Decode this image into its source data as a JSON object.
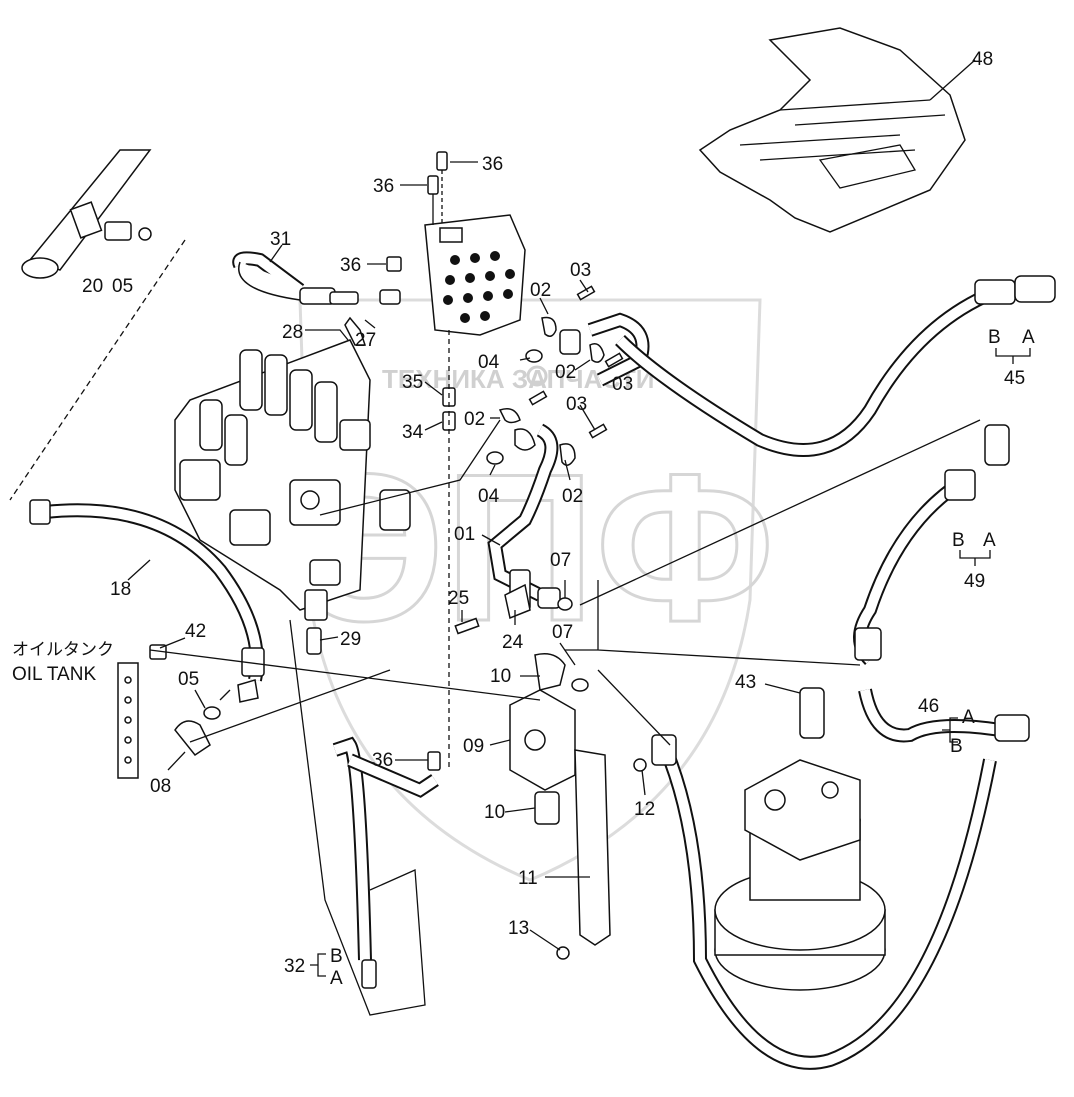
{
  "watermark": {
    "company_line": "ТЕХНИКА   ЗАПЧАСТИ",
    "logo_letters": "ЭПФ"
  },
  "oil_tank": {
    "label_jp": "オイルタンク",
    "label_en": "OIL TANK"
  },
  "callouts": [
    {
      "id": "48",
      "text": "48"
    },
    {
      "id": "36a",
      "text": "36"
    },
    {
      "id": "36b",
      "text": "36"
    },
    {
      "id": "36c",
      "text": "36"
    },
    {
      "id": "36d",
      "text": "36"
    },
    {
      "id": "31",
      "text": "31"
    },
    {
      "id": "20",
      "text": "20"
    },
    {
      "id": "05a",
      "text": "05"
    },
    {
      "id": "28",
      "text": "28"
    },
    {
      "id": "27",
      "text": "27"
    },
    {
      "id": "02a",
      "text": "02"
    },
    {
      "id": "03a",
      "text": "03"
    },
    {
      "id": "02b",
      "text": "02"
    },
    {
      "id": "03b",
      "text": "03"
    },
    {
      "id": "04a",
      "text": "04"
    },
    {
      "id": "35",
      "text": "35"
    },
    {
      "id": "02c",
      "text": "02"
    },
    {
      "id": "03c",
      "text": "03"
    },
    {
      "id": "34",
      "text": "34"
    },
    {
      "id": "04b",
      "text": "04"
    },
    {
      "id": "02d",
      "text": "02"
    },
    {
      "id": "01",
      "text": "01"
    },
    {
      "id": "07a",
      "text": "07"
    },
    {
      "id": "18",
      "text": "18"
    },
    {
      "id": "25",
      "text": "25"
    },
    {
      "id": "24",
      "text": "24"
    },
    {
      "id": "29",
      "text": "29"
    },
    {
      "id": "07b",
      "text": "07"
    },
    {
      "id": "42",
      "text": "42"
    },
    {
      "id": "10a",
      "text": "10"
    },
    {
      "id": "05b",
      "text": "05"
    },
    {
      "id": "43",
      "text": "43"
    },
    {
      "id": "09",
      "text": "09"
    },
    {
      "id": "08",
      "text": "08"
    },
    {
      "id": "10b",
      "text": "10"
    },
    {
      "id": "12",
      "text": "12"
    },
    {
      "id": "11",
      "text": "11"
    },
    {
      "id": "13",
      "text": "13"
    },
    {
      "id": "32",
      "text": "32"
    },
    {
      "id": "45",
      "text": "45"
    },
    {
      "id": "49",
      "text": "49"
    },
    {
      "id": "46",
      "text": "46"
    }
  ],
  "port_letters": {
    "h45_b": "B",
    "h45_a": "A",
    "h49_b": "B",
    "h49_a": "A",
    "h46_a": "A",
    "h46_b": "B",
    "h32_b": "B",
    "h32_a": "A"
  }
}
